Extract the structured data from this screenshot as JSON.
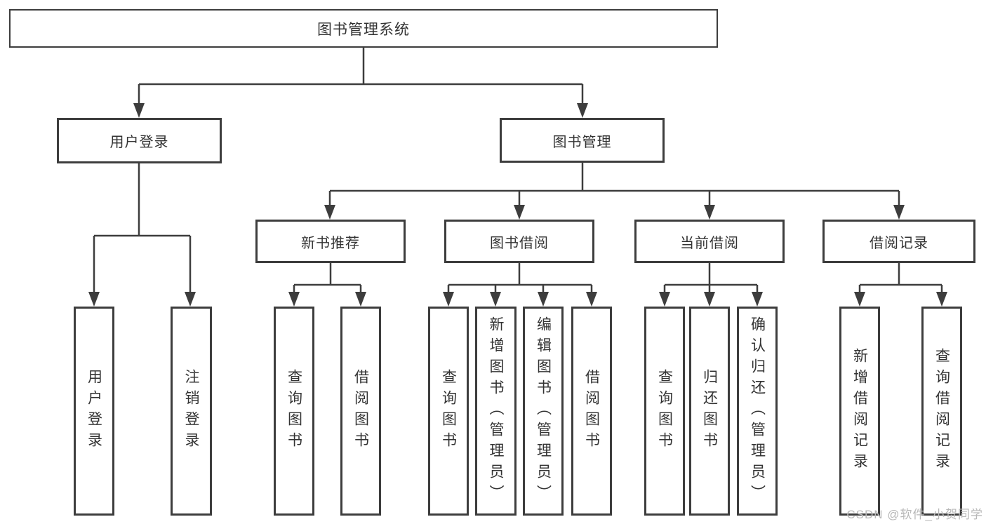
{
  "root": {
    "label": "图书管理系统"
  },
  "level2": [
    {
      "label": "用户登录"
    },
    {
      "label": "图书管理"
    }
  ],
  "level3": [
    {
      "label": "新书推荐"
    },
    {
      "label": "图书借阅"
    },
    {
      "label": "当前借阅"
    },
    {
      "label": "借阅记录"
    }
  ],
  "leaves": {
    "user_login": [
      "用户登录",
      "注销登录"
    ],
    "new_book": [
      "查询图书",
      "借阅图书"
    ],
    "book_borrowing": [
      "查询图书",
      "新增图书（管理员）",
      "编辑图书（管理员）",
      "借阅图书"
    ],
    "current_borrowing": [
      "查询图书",
      "归还图书",
      "确认归还（管理员）"
    ],
    "borrowing_records": [
      "新增借阅记录",
      "查询借阅记录"
    ]
  },
  "watermark": "CSDN @软件_小贺同学",
  "colors": {
    "line": "#3d3d3d",
    "text": "#333333",
    "watermark": "#b8b8b8",
    "background": "#ffffff"
  }
}
